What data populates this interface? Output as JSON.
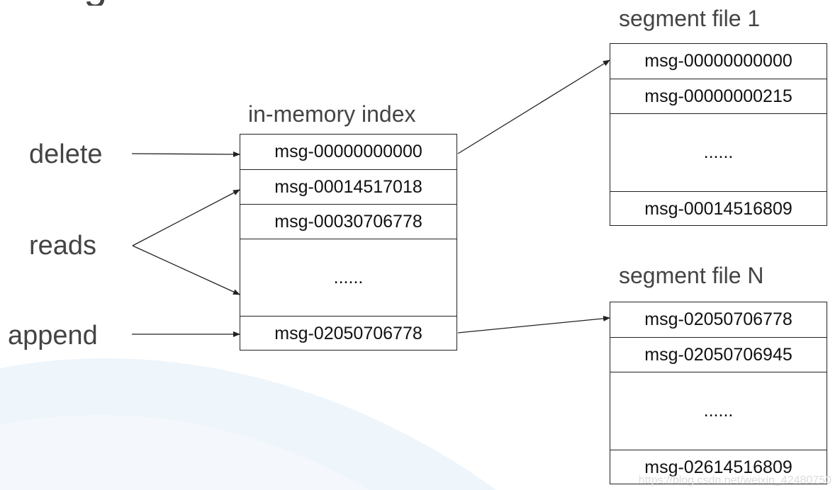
{
  "labels": {
    "delete": "delete",
    "reads": "reads",
    "append": "append"
  },
  "index": {
    "title": "in-memory index",
    "entries": [
      "msg-00000000000",
      "msg-00014517018",
      "msg-00030706778",
      "......",
      "msg-02050706778"
    ]
  },
  "segment1": {
    "title": "segment file 1",
    "entries": [
      "msg-00000000000",
      "msg-00000000215",
      "......",
      "msg-00014516809"
    ]
  },
  "segmentN": {
    "title": "segment file N",
    "entries": [
      "msg-02050706778",
      "msg-02050706945",
      "......",
      "msg-02614516809"
    ]
  },
  "watermark": "https://blog.csdn.net/weixin_42480750",
  "colors": {
    "line": "#222222",
    "text": "#444444",
    "background_wave": "#eef5fb"
  }
}
